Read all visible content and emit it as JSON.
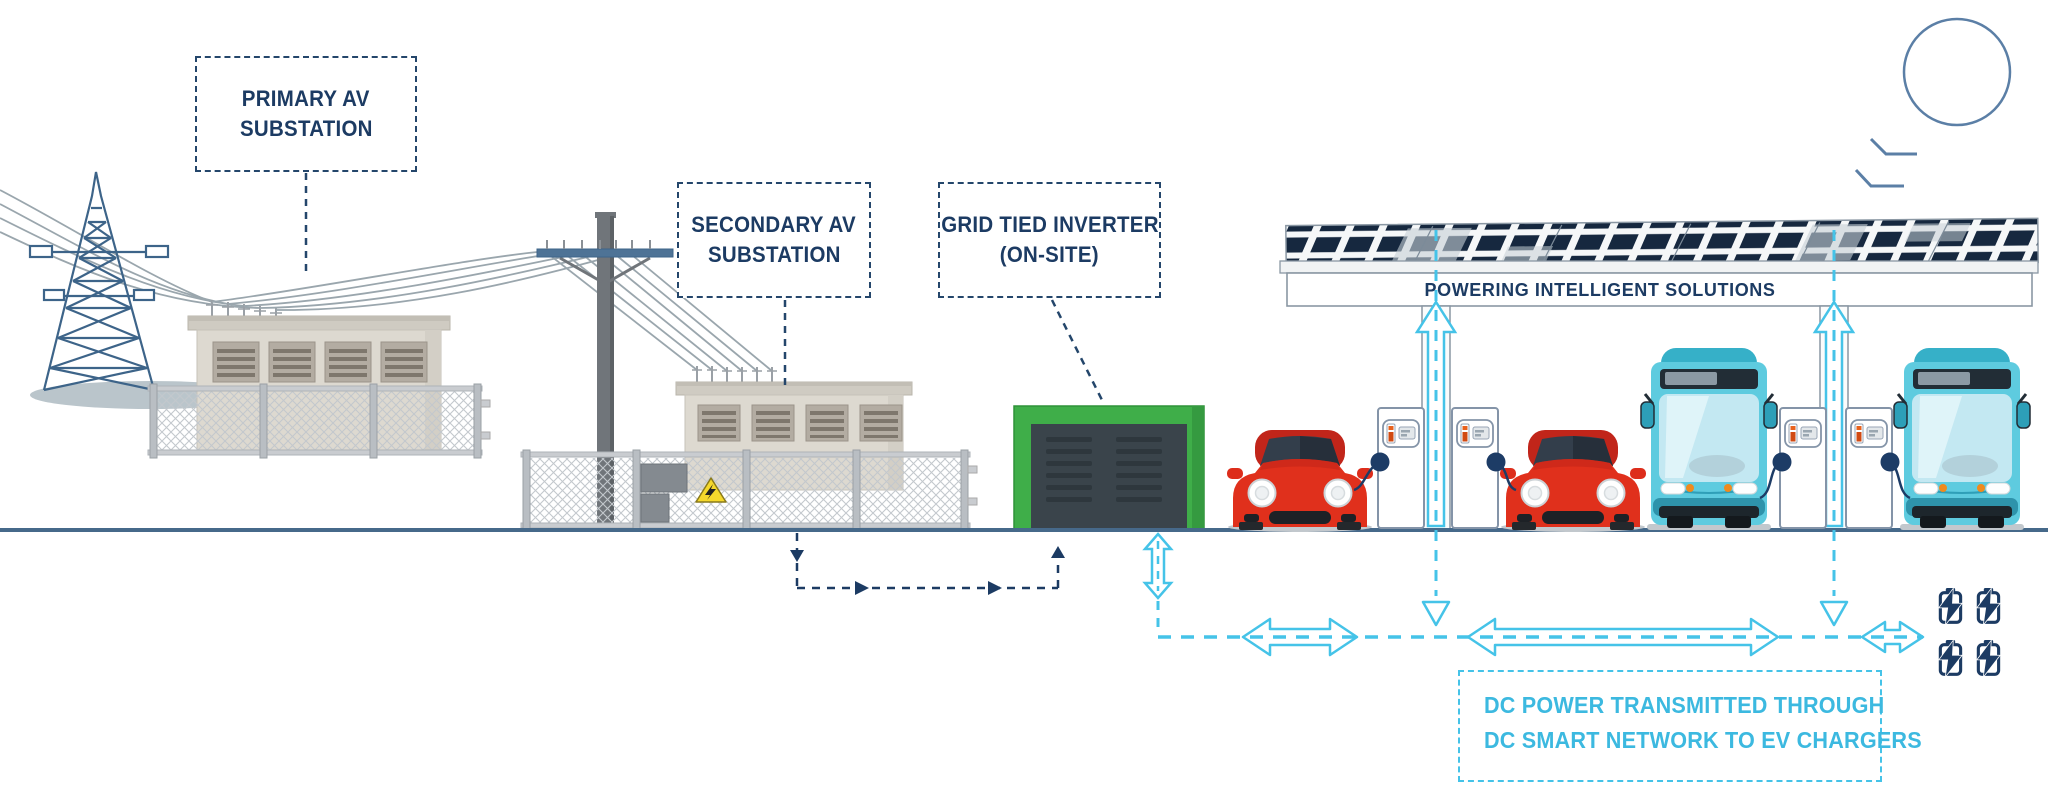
{
  "labels": {
    "primary_substation": {
      "line1": "PRIMARY AV",
      "line2": "SUBSTATION"
    },
    "secondary_substation": {
      "line1": "SECONDARY AV",
      "line2": "SUBSTATION"
    },
    "grid_tied_inverter": {
      "line1": "GRID TIED INVERTER",
      "line2": "(ON-SITE)"
    },
    "canopy_banner": "POWERING INTELLIGENT SOLUTIONS",
    "dc_note": {
      "line1": "DC POWER TRANSMITTED THROUGH",
      "line2": "DC SMART NETWORK TO EV CHARGERS"
    }
  },
  "colors": {
    "navy_text": "#1c3b63",
    "label_border": "#24466b",
    "cyan_flow": "#45c3e8",
    "cyan_text": "#3cb9e0",
    "inverter_green": "#3fae49",
    "ground_line": "#46698a",
    "tower_blue": "#3d6489",
    "car_red": "#e0301c",
    "bus_teal": "#5ecbdf",
    "solar_cell_navy": "#16283f",
    "building_beige": "#ddd9d0",
    "warning_yellow": "#f5d82c",
    "charger_indicator_orange": "#e8611c"
  },
  "icons": [
    "sun-icon",
    "transmission-tower-icon",
    "power-lines-icon",
    "utility-pole-icon",
    "substation-building-icon",
    "chain-link-fence-icon",
    "warning-sign-icon",
    "inverter-building-icon",
    "solar-canopy-icon",
    "canopy-column-icon",
    "ev-charger-icon",
    "charger-cable-icon",
    "red-car-icon",
    "electric-bus-icon",
    "battery-charging-icon",
    "flow-arrow-icon",
    "underground-flow-arrow-icon"
  ]
}
